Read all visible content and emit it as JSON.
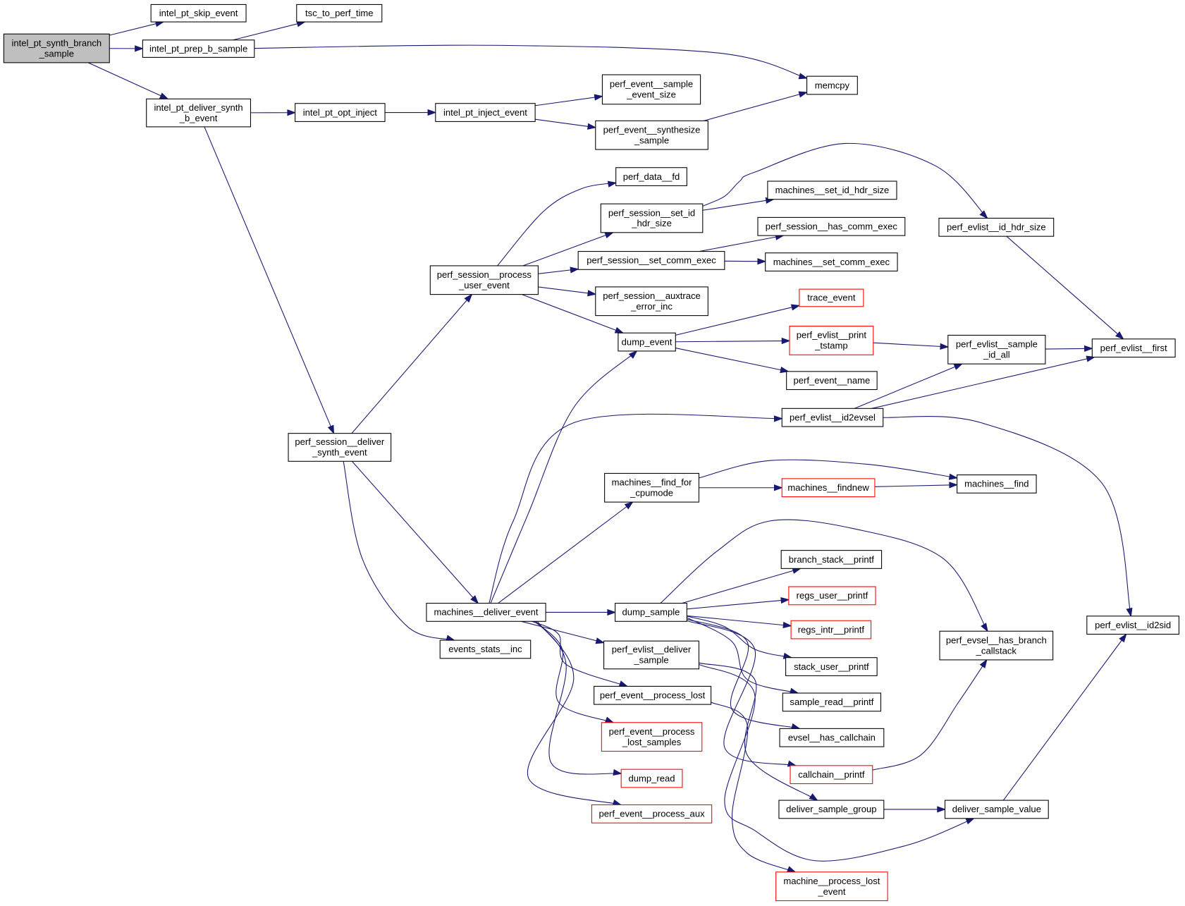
{
  "title": "Call graph of intel_pt_synth_branch_sample",
  "colors": {
    "edge": "#191970",
    "node_border": "#000000",
    "node_border_external": "#ff0000",
    "root_fill": "#bfbfbf",
    "node_fill": "#ffffff"
  },
  "nodes": [
    {
      "id": "intel_pt_synth_branch_sample",
      "lines": [
        "intel_pt_synth_branch",
        "_sample"
      ],
      "kind": "root"
    },
    {
      "id": "intel_pt_skip_event",
      "lines": [
        "intel_pt_skip_event"
      ],
      "kind": "normal"
    },
    {
      "id": "intel_pt_prep_b_sample",
      "lines": [
        "intel_pt_prep_b_sample"
      ],
      "kind": "normal"
    },
    {
      "id": "tsc_to_perf_time",
      "lines": [
        "tsc_to_perf_time"
      ],
      "kind": "normal"
    },
    {
      "id": "memcpy",
      "lines": [
        "memcpy"
      ],
      "kind": "normal"
    },
    {
      "id": "intel_pt_deliver_synth_b_event",
      "lines": [
        "intel_pt_deliver_synth",
        "_b_event"
      ],
      "kind": "normal"
    },
    {
      "id": "intel_pt_opt_inject",
      "lines": [
        "intel_pt_opt_inject"
      ],
      "kind": "normal"
    },
    {
      "id": "intel_pt_inject_event",
      "lines": [
        "intel_pt_inject_event"
      ],
      "kind": "normal"
    },
    {
      "id": "perf_event__sample_event_size",
      "lines": [
        "perf_event__sample",
        "_event_size"
      ],
      "kind": "normal"
    },
    {
      "id": "perf_event__synthesize_sample",
      "lines": [
        "perf_event__synthesize",
        "_sample"
      ],
      "kind": "normal"
    },
    {
      "id": "perf_data__fd",
      "lines": [
        "perf_data__fd"
      ],
      "kind": "normal"
    },
    {
      "id": "perf_session__set_id_hdr_size",
      "lines": [
        "perf_session__set_id",
        "_hdr_size"
      ],
      "kind": "normal"
    },
    {
      "id": "machines__set_id_hdr_size",
      "lines": [
        "machines__set_id_hdr_size"
      ],
      "kind": "normal"
    },
    {
      "id": "perf_evlist__id_hdr_size",
      "lines": [
        "perf_evlist__id_hdr_size"
      ],
      "kind": "normal"
    },
    {
      "id": "perf_session__has_comm_exec",
      "lines": [
        "perf_session__has_comm_exec"
      ],
      "kind": "normal"
    },
    {
      "id": "perf_session__process_user_event",
      "lines": [
        "perf_session__process",
        "_user_event"
      ],
      "kind": "normal"
    },
    {
      "id": "perf_session__set_comm_exec",
      "lines": [
        "perf_session__set_comm_exec"
      ],
      "kind": "normal"
    },
    {
      "id": "machines__set_comm_exec",
      "lines": [
        "machines__set_comm_exec"
      ],
      "kind": "normal"
    },
    {
      "id": "perf_session__auxtrace_error_inc",
      "lines": [
        "perf_session__auxtrace",
        "_error_inc"
      ],
      "kind": "normal"
    },
    {
      "id": "trace_event",
      "lines": [
        "trace_event"
      ],
      "kind": "external"
    },
    {
      "id": "dump_event",
      "lines": [
        "dump_event"
      ],
      "kind": "normal"
    },
    {
      "id": "perf_evlist__print_tstamp",
      "lines": [
        "perf_evlist__print",
        "_tstamp"
      ],
      "kind": "external"
    },
    {
      "id": "perf_evlist__sample_id_all",
      "lines": [
        "perf_evlist__sample",
        "_id_all"
      ],
      "kind": "normal"
    },
    {
      "id": "perf_evlist__first",
      "lines": [
        "perf_evlist__first"
      ],
      "kind": "normal"
    },
    {
      "id": "perf_event__name",
      "lines": [
        "perf_event__name"
      ],
      "kind": "normal"
    },
    {
      "id": "perf_evlist__id2evsel",
      "lines": [
        "perf_evlist__id2evsel"
      ],
      "kind": "normal"
    },
    {
      "id": "perf_session__deliver_synth_event",
      "lines": [
        "perf_session__deliver",
        "_synth_event"
      ],
      "kind": "normal"
    },
    {
      "id": "machines__find_for_cpumode",
      "lines": [
        "machines__find_for",
        "_cpumode"
      ],
      "kind": "normal"
    },
    {
      "id": "machines__findnew",
      "lines": [
        "machines__findnew"
      ],
      "kind": "external"
    },
    {
      "id": "machines__find",
      "lines": [
        "machines__find"
      ],
      "kind": "normal"
    },
    {
      "id": "branch_stack__printf",
      "lines": [
        "branch_stack__printf"
      ],
      "kind": "normal"
    },
    {
      "id": "machines__deliver_event",
      "lines": [
        "machines__deliver_event"
      ],
      "kind": "normal"
    },
    {
      "id": "dump_sample",
      "lines": [
        "dump_sample"
      ],
      "kind": "normal"
    },
    {
      "id": "regs_user__printf",
      "lines": [
        "regs_user__printf"
      ],
      "kind": "external"
    },
    {
      "id": "regs_intr__printf",
      "lines": [
        "regs_intr__printf"
      ],
      "kind": "external"
    },
    {
      "id": "perf_evlist__id2sid",
      "lines": [
        "perf_evlist__id2sid"
      ],
      "kind": "normal"
    },
    {
      "id": "perf_evsel__has_branch_callstack",
      "lines": [
        "perf_evsel__has_branch",
        "_callstack"
      ],
      "kind": "normal"
    },
    {
      "id": "events_stats__inc",
      "lines": [
        "events_stats__inc"
      ],
      "kind": "normal"
    },
    {
      "id": "perf_evlist__deliver_sample",
      "lines": [
        "perf_evlist__deliver",
        "_sample"
      ],
      "kind": "normal"
    },
    {
      "id": "stack_user__printf",
      "lines": [
        "stack_user__printf"
      ],
      "kind": "normal"
    },
    {
      "id": "perf_event__process_lost",
      "lines": [
        "perf_event__process_lost"
      ],
      "kind": "normal"
    },
    {
      "id": "sample_read__printf",
      "lines": [
        "sample_read__printf"
      ],
      "kind": "normal"
    },
    {
      "id": "perf_event__process_lost_samples",
      "lines": [
        "perf_event__process",
        "_lost_samples"
      ],
      "kind": "external"
    },
    {
      "id": "evsel__has_callchain",
      "lines": [
        "evsel__has_callchain"
      ],
      "kind": "normal"
    },
    {
      "id": "callchain__printf",
      "lines": [
        "callchain__printf"
      ],
      "kind": "external"
    },
    {
      "id": "dump_read",
      "lines": [
        "dump_read"
      ],
      "kind": "external"
    },
    {
      "id": "deliver_sample_group",
      "lines": [
        "deliver_sample_group"
      ],
      "kind": "normal"
    },
    {
      "id": "deliver_sample_value",
      "lines": [
        "deliver_sample_value"
      ],
      "kind": "normal"
    },
    {
      "id": "perf_event__process_aux",
      "lines": [
        "perf_event__process_aux"
      ],
      "kind": "external"
    },
    {
      "id": "machine__process_lost_event",
      "lines": [
        "machine__process_lost",
        "_event"
      ],
      "kind": "external"
    }
  ],
  "edges": [
    [
      "intel_pt_synth_branch_sample",
      "intel_pt_skip_event"
    ],
    [
      "intel_pt_synth_branch_sample",
      "intel_pt_prep_b_sample"
    ],
    [
      "intel_pt_synth_branch_sample",
      "intel_pt_deliver_synth_b_event"
    ],
    [
      "intel_pt_prep_b_sample",
      "tsc_to_perf_time"
    ],
    [
      "intel_pt_prep_b_sample",
      "memcpy"
    ],
    [
      "intel_pt_deliver_synth_b_event",
      "intel_pt_opt_inject"
    ],
    [
      "intel_pt_deliver_synth_b_event",
      "perf_session__deliver_synth_event"
    ],
    [
      "intel_pt_opt_inject",
      "intel_pt_inject_event"
    ],
    [
      "intel_pt_inject_event",
      "perf_event__sample_event_size"
    ],
    [
      "intel_pt_inject_event",
      "perf_event__synthesize_sample"
    ],
    [
      "perf_event__synthesize_sample",
      "memcpy"
    ],
    [
      "perf_session__process_user_event",
      "perf_data__fd"
    ],
    [
      "perf_session__process_user_event",
      "perf_session__set_id_hdr_size"
    ],
    [
      "perf_session__process_user_event",
      "perf_session__set_comm_exec"
    ],
    [
      "perf_session__process_user_event",
      "perf_session__auxtrace_error_inc"
    ],
    [
      "perf_session__process_user_event",
      "dump_event"
    ],
    [
      "perf_session__set_id_hdr_size",
      "machines__set_id_hdr_size"
    ],
    [
      "perf_session__set_id_hdr_size",
      "perf_evlist__id_hdr_size"
    ],
    [
      "perf_evlist__id_hdr_size",
      "perf_evlist__first"
    ],
    [
      "perf_session__set_comm_exec",
      "perf_session__has_comm_exec"
    ],
    [
      "perf_session__set_comm_exec",
      "machines__set_comm_exec"
    ],
    [
      "dump_event",
      "trace_event"
    ],
    [
      "dump_event",
      "perf_evlist__print_tstamp"
    ],
    [
      "dump_event",
      "perf_event__name"
    ],
    [
      "perf_evlist__print_tstamp",
      "perf_evlist__sample_id_all"
    ],
    [
      "perf_evlist__sample_id_all",
      "perf_evlist__first"
    ],
    [
      "perf_evlist__id2evsel",
      "perf_evlist__sample_id_all"
    ],
    [
      "perf_evlist__id2evsel",
      "perf_evlist__first"
    ],
    [
      "perf_evlist__id2evsel",
      "perf_evlist__id2sid"
    ],
    [
      "perf_session__deliver_synth_event",
      "perf_session__process_user_event"
    ],
    [
      "perf_session__deliver_synth_event",
      "machines__deliver_event"
    ],
    [
      "perf_session__deliver_synth_event",
      "events_stats__inc"
    ],
    [
      "machines__deliver_event",
      "dump_event"
    ],
    [
      "machines__deliver_event",
      "perf_evlist__id2evsel"
    ],
    [
      "machines__deliver_event",
      "machines__find_for_cpumode"
    ],
    [
      "machines__deliver_event",
      "dump_sample"
    ],
    [
      "machines__deliver_event",
      "perf_evlist__deliver_sample"
    ],
    [
      "machines__deliver_event",
      "perf_event__process_lost"
    ],
    [
      "machines__deliver_event",
      "perf_event__process_lost_samples"
    ],
    [
      "machines__deliver_event",
      "dump_read"
    ],
    [
      "machines__deliver_event",
      "perf_event__process_aux"
    ],
    [
      "machines__find_for_cpumode",
      "machines__find"
    ],
    [
      "machines__find_for_cpumode",
      "machines__findnew"
    ],
    [
      "machines__findnew",
      "machines__find"
    ],
    [
      "dump_sample",
      "perf_evsel__has_branch_callstack"
    ],
    [
      "dump_sample",
      "branch_stack__printf"
    ],
    [
      "dump_sample",
      "regs_user__printf"
    ],
    [
      "dump_sample",
      "regs_intr__printf"
    ],
    [
      "dump_sample",
      "stack_user__printf"
    ],
    [
      "dump_sample",
      "sample_read__printf"
    ],
    [
      "dump_sample",
      "evsel__has_callchain"
    ],
    [
      "dump_sample",
      "callchain__printf"
    ],
    [
      "callchain__printf",
      "perf_evsel__has_branch_callstack"
    ],
    [
      "perf_evlist__deliver_sample",
      "deliver_sample_group"
    ],
    [
      "perf_evlist__deliver_sample",
      "deliver_sample_value"
    ],
    [
      "deliver_sample_group",
      "deliver_sample_value"
    ],
    [
      "deliver_sample_value",
      "perf_evlist__id2sid"
    ],
    [
      "perf_event__process_lost",
      "machine__process_lost_event"
    ]
  ]
}
